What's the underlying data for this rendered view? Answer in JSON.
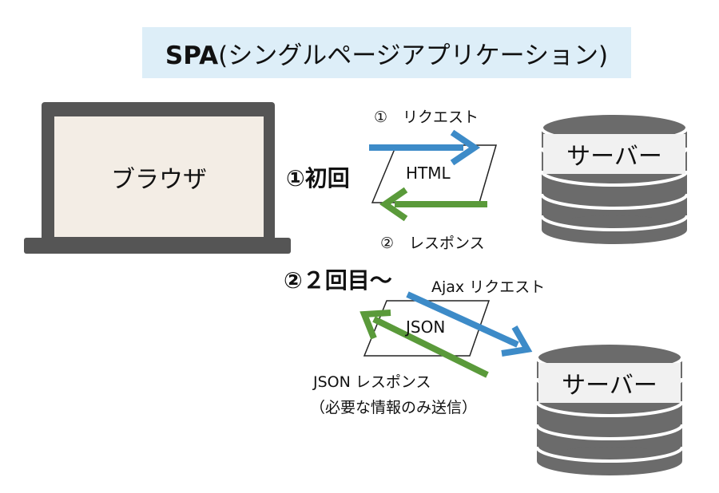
{
  "title": {
    "strong": "SPA",
    "rest": "(シングルページアプリケーション)"
  },
  "browser": {
    "label": "ブラウザ"
  },
  "phase1": {
    "label": "①初回",
    "request_label": "①　リクエスト",
    "payload": "HTML",
    "response_label": "②　レスポンス"
  },
  "phase2": {
    "label": "②２回目〜",
    "request_label": "Ajax リクエスト",
    "payload": "JSON",
    "response_label": "JSON レスポンス",
    "response_note": "（必要な情報のみ送信）"
  },
  "servers": [
    {
      "label": "サーバー"
    },
    {
      "label": "サーバー"
    }
  ],
  "colors": {
    "request_arrow": "#3d8bc8",
    "response_arrow": "#5a9a3a",
    "laptop": "#555555",
    "server": "#6b6b6b",
    "title_bg": "#ddeef8"
  }
}
